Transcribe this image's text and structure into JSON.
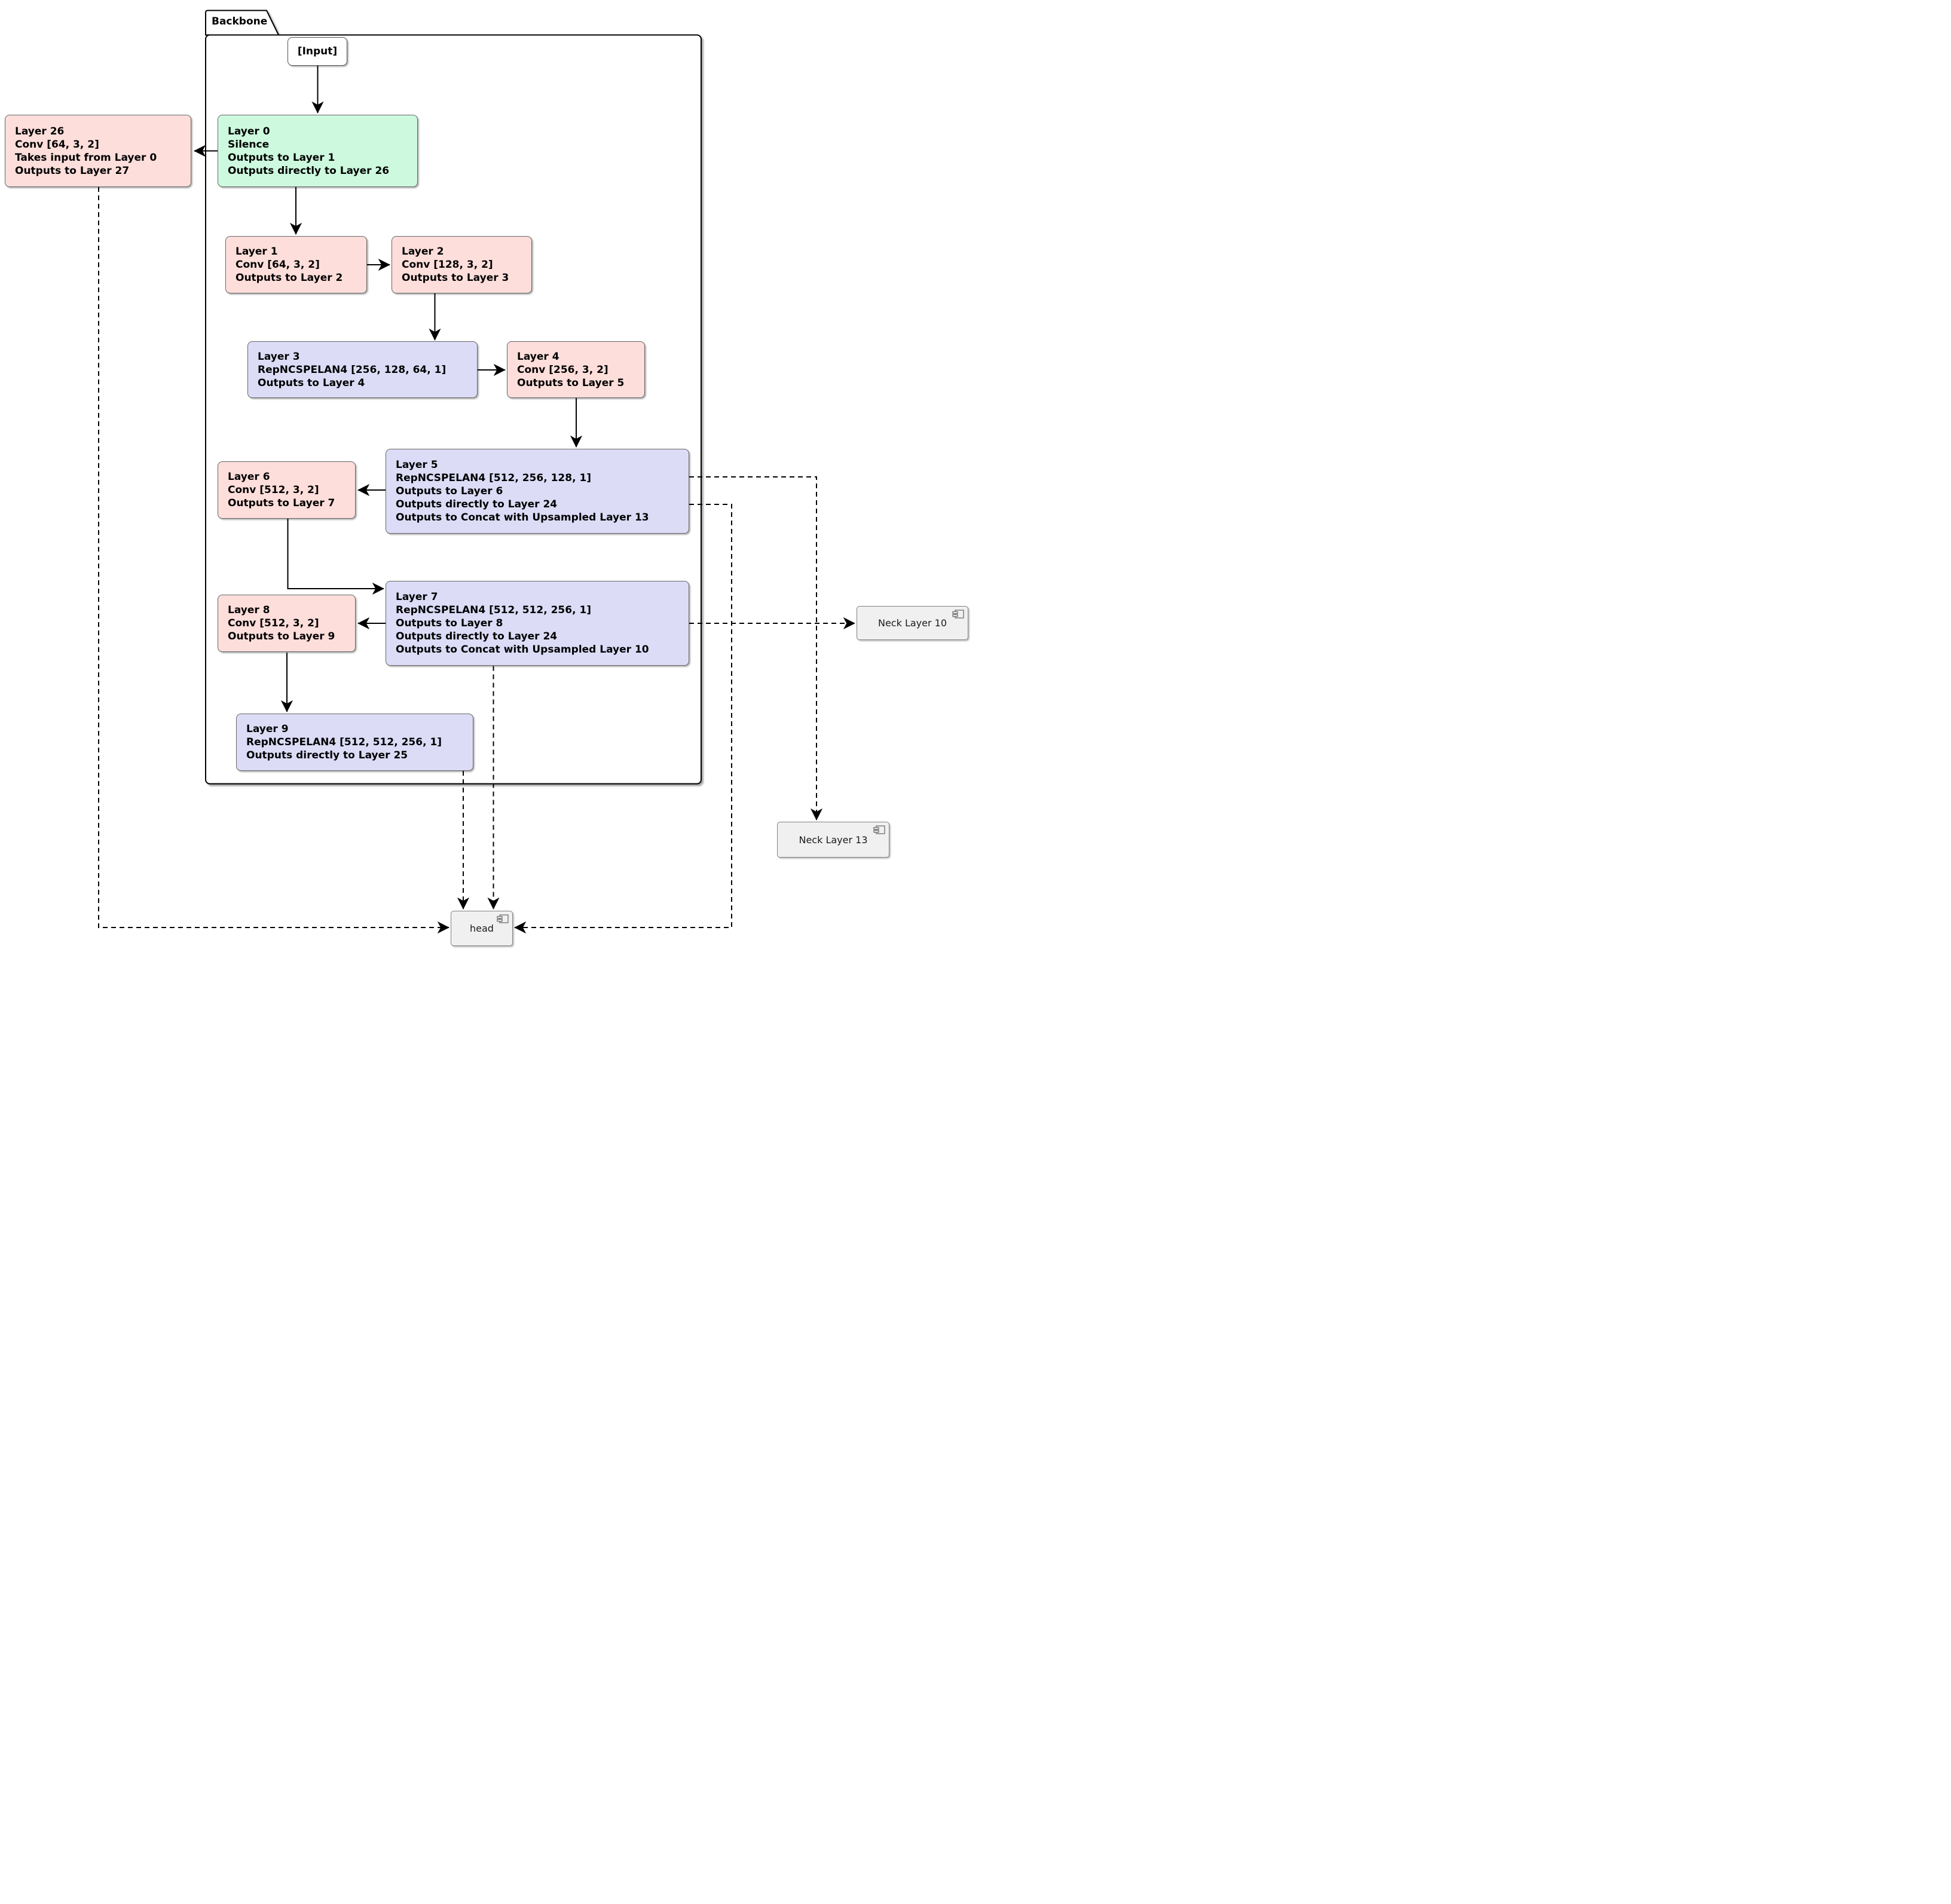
{
  "diagram": {
    "frame_label": "Backbone",
    "input_label": "[Input]",
    "boxes": {
      "layer0": {
        "lines": [
          "Layer 0",
          "Silence",
          "Outputs to Layer 1",
          "Outputs directly to Layer 26"
        ],
        "color": "green"
      },
      "layer26": {
        "lines": [
          "Layer 26",
          "Conv [64, 3, 2]",
          "Takes input from Layer 0",
          "Outputs to Layer 27"
        ],
        "color": "pink"
      },
      "layer1": {
        "lines": [
          "Layer 1",
          "Conv [64, 3, 2]",
          "Outputs to Layer 2"
        ],
        "color": "pink"
      },
      "layer2": {
        "lines": [
          "Layer 2",
          "Conv [128, 3, 2]",
          "Outputs to Layer 3"
        ],
        "color": "pink"
      },
      "layer3": {
        "lines": [
          "Layer 3",
          "RepNCSPELAN4 [256, 128, 64, 1]",
          "Outputs to Layer 4"
        ],
        "color": "lavender"
      },
      "layer4": {
        "lines": [
          "Layer 4",
          "Conv [256, 3, 2]",
          "Outputs to Layer 5"
        ],
        "color": "pink"
      },
      "layer5": {
        "lines": [
          "Layer 5",
          "RepNCSPELAN4 [512, 256, 128, 1]",
          "Outputs to Layer 6",
          "Outputs directly to Layer 24",
          "Outputs to Concat with Upsampled Layer 13"
        ],
        "color": "lavender"
      },
      "layer6": {
        "lines": [
          "Layer 6",
          "Conv [512, 3, 2]",
          "Outputs to Layer 7"
        ],
        "color": "pink"
      },
      "layer7": {
        "lines": [
          "Layer 7",
          "RepNCSPELAN4 [512, 512, 256, 1]",
          "Outputs to Layer 8",
          "Outputs directly to Layer 24",
          "Outputs to Concat with Upsampled Layer 10"
        ],
        "color": "lavender"
      },
      "layer8": {
        "lines": [
          "Layer 8",
          "Conv [512, 3, 2]",
          "Outputs to Layer 9"
        ],
        "color": "pink"
      },
      "layer9": {
        "lines": [
          "Layer 9",
          "RepNCSPELAN4 [512, 512, 256, 1]",
          "Outputs directly to Layer 25"
        ],
        "color": "lavender"
      }
    },
    "components": {
      "neck10": "Neck Layer 10",
      "neck13": "Neck Layer 13",
      "head": "head"
    },
    "colors": {
      "conv_pink": "#fddedb",
      "silence_green": "#cdfade",
      "repncspelan_lavender": "#dcdcf7",
      "component_gray": "#f0f0f0"
    },
    "edges": [
      {
        "from": "[Input]",
        "to": "Layer 0",
        "style": "solid"
      },
      {
        "from": "Layer 0",
        "to": "Layer 26",
        "style": "solid"
      },
      {
        "from": "Layer 0",
        "to": "Layer 1",
        "style": "solid"
      },
      {
        "from": "Layer 1",
        "to": "Layer 2",
        "style": "solid"
      },
      {
        "from": "Layer 2",
        "to": "Layer 3",
        "style": "solid"
      },
      {
        "from": "Layer 3",
        "to": "Layer 4",
        "style": "solid"
      },
      {
        "from": "Layer 4",
        "to": "Layer 5",
        "style": "solid"
      },
      {
        "from": "Layer 5",
        "to": "Layer 6",
        "style": "solid"
      },
      {
        "from": "Layer 6",
        "to": "Layer 7",
        "style": "solid"
      },
      {
        "from": "Layer 7",
        "to": "Layer 8",
        "style": "solid"
      },
      {
        "from": "Layer 8",
        "to": "Layer 9",
        "style": "solid"
      },
      {
        "from": "Layer 26",
        "to": "head",
        "style": "dashed"
      },
      {
        "from": "Layer 9",
        "to": "head",
        "style": "dashed"
      },
      {
        "from": "Layer 7",
        "to": "head",
        "style": "dashed"
      },
      {
        "from": "Layer 7",
        "to": "Neck Layer 10",
        "style": "dashed"
      },
      {
        "from": "Layer 5",
        "to": "Neck Layer 13",
        "style": "dashed"
      },
      {
        "from": "Layer 5",
        "to": "head",
        "style": "dashed"
      }
    ]
  }
}
